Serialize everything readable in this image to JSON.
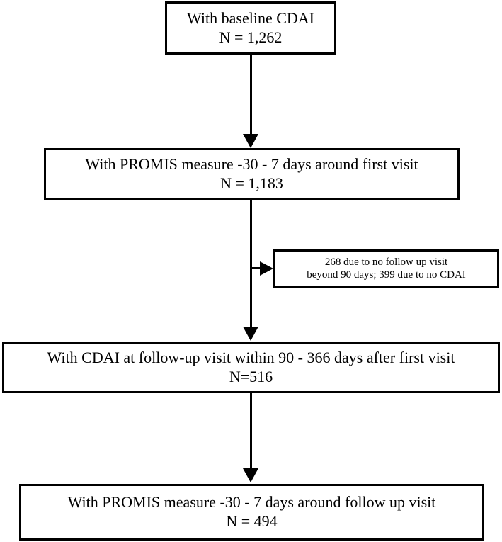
{
  "diagram": {
    "title": "Study cohort selection flow diagram",
    "type": "flowchart",
    "orientation": "top-to-bottom",
    "colors": {
      "background": "#ffffff",
      "stroke": "#000000",
      "text": "#000000"
    },
    "nodes": [
      {
        "id": "baseline-cdai",
        "name": "with-baseline-cdai",
        "line1": "With baseline CDAI",
        "line2": "N = 1,262",
        "count": 1262
      },
      {
        "id": "promis-first",
        "name": "with-promis-first-visit",
        "line1": "With PROMIS measure -30 - 7 days around first visit",
        "line2": "N = 1,183",
        "count": 1183
      },
      {
        "id": "exclusion-note",
        "name": "exclusion-note",
        "line1": "268 due to no follow up visit",
        "line2": "beyond 90 days; 399 due to no CDAI",
        "excluded_no_followup": 268,
        "excluded_no_cdai": 399
      },
      {
        "id": "cdai-followup",
        "name": "with-cdai-followup-visit",
        "line1": "With CDAI at follow-up visit within 90 - 366 days after first visit",
        "line2": "N=516",
        "count": 516
      },
      {
        "id": "promis-followup",
        "name": "with-promis-followup-visit",
        "line1": "With PROMIS measure -30 - 7 days around follow up visit",
        "line2": "N = 494",
        "count": 494
      }
    ],
    "connectors": [
      {
        "name": "arrow-baseline-to-promis-first",
        "from": "baseline-cdai",
        "to": "promis-first",
        "direction": "down"
      },
      {
        "name": "arrow-promis-first-to-cdai-followup",
        "from": "promis-first",
        "to": "cdai-followup",
        "direction": "down"
      },
      {
        "name": "arrow-exclusion-branch",
        "from": "promis-first",
        "to": "exclusion-note",
        "direction": "right"
      },
      {
        "name": "arrow-cdai-followup-to-promis-followup",
        "from": "cdai-followup",
        "to": "promis-followup",
        "direction": "down"
      }
    ]
  }
}
